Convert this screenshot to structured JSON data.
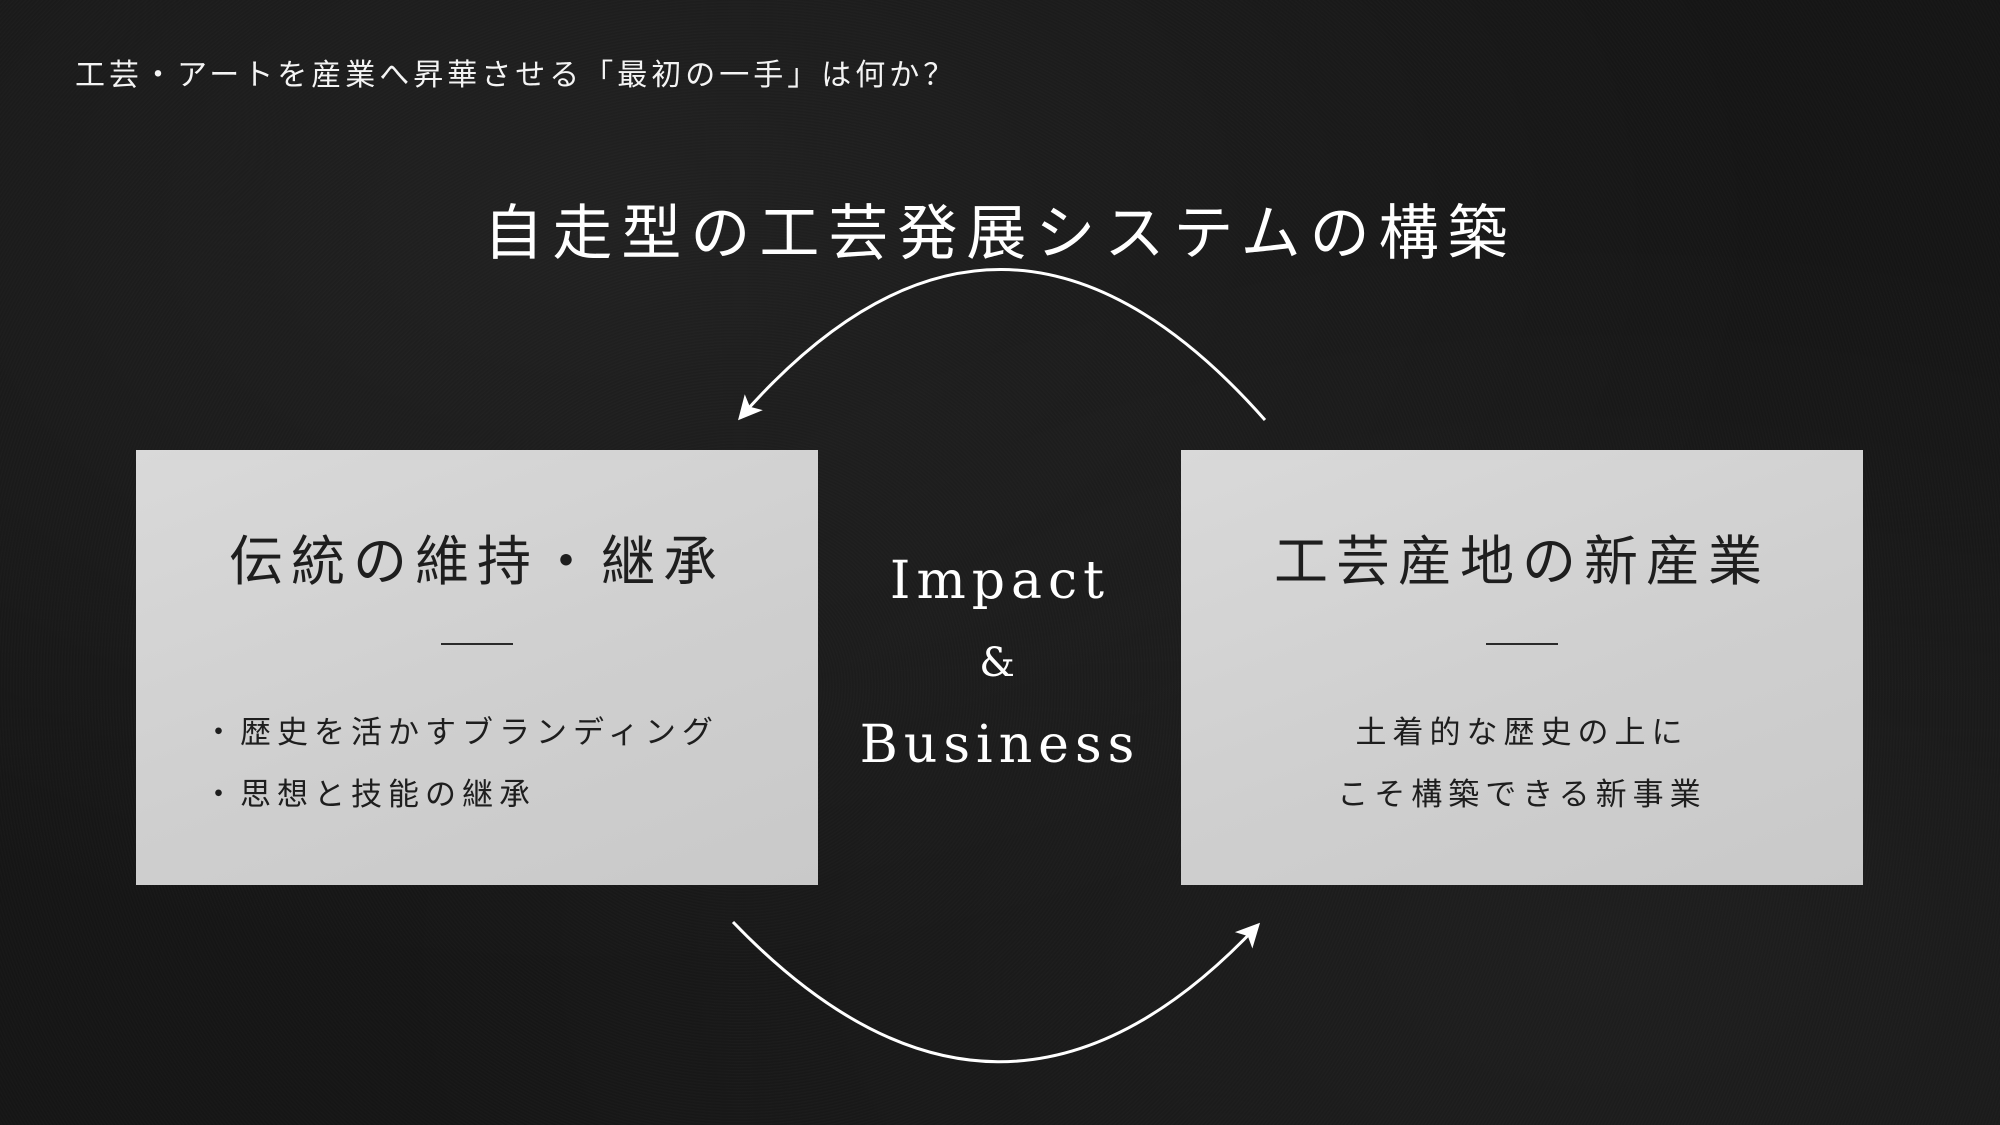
{
  "slide": {
    "eyebrow": "工芸・アートを産業へ昇華させる「最初の一手」は何か？",
    "title": "自走型の工芸発展システムの構築"
  },
  "left_panel": {
    "title": "伝統の維持・継承",
    "bullets": [
      "・歴史を活かすブランディング",
      "・思想と技能の継承"
    ]
  },
  "center": {
    "line1": "Impact",
    "line2": "&",
    "line3": "Business"
  },
  "right_panel": {
    "title": "工芸産地の新産業",
    "lines": [
      "土着的な歴史の上に",
      "こそ構築できる新事業"
    ]
  },
  "colors": {
    "background": "#151515",
    "panel": "#d6d6d6",
    "text_on_dark": "#ffffff",
    "text_on_panel": "#1e1e1e"
  }
}
